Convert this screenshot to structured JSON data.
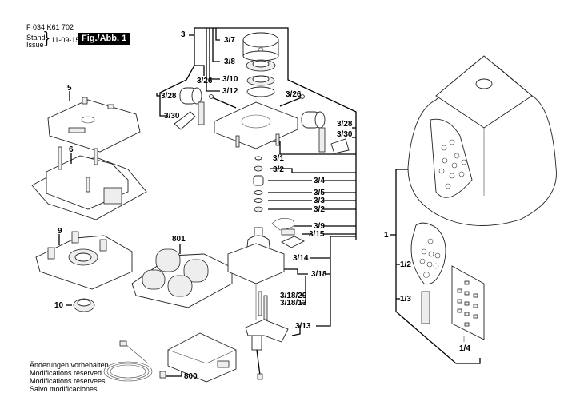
{
  "header": {
    "part_number": "F 034 K61 702",
    "stand_label": "Stand",
    "issue_label": "Issue",
    "date": "11-09-15",
    "figure_label": "Fig./Abb. 1"
  },
  "footer_notes": [
    "Änderungen vorbehalten",
    "Modifications reserved",
    "Modifications reservees",
    "Salvo modificaciones"
  ],
  "labels": {
    "p3": "3",
    "p3_7": "3/7",
    "p3_8": "3/8",
    "p3_10": "3/10",
    "p3_12": "3/12",
    "p3_26a": "3/26",
    "p3_26b": "3/26",
    "p3_28a": "3/28",
    "p3_30a": "3/30",
    "p3_28b": "3/28",
    "p3_30b": "3/30",
    "p3_1": "3/1",
    "p3_2a": "3/2",
    "p3_4": "3/4",
    "p3_5": "3/5",
    "p3_3": "3/3",
    "p3_2b": "3/2",
    "p3_9": "3/9",
    "p3_15": "3/15",
    "p3_14": "3/14",
    "p3_18": "3/18",
    "p3_18_29": "3/18/29",
    "p3_18_13": "3/18/13",
    "p3_13": "3/13",
    "p5": "5",
    "p6": "6",
    "p9": "9",
    "p10": "10",
    "p801": "801",
    "p800": "800",
    "p1": "1",
    "p1_2": "1/2",
    "p1_3": "1/3",
    "p1_4": "1/4"
  }
}
